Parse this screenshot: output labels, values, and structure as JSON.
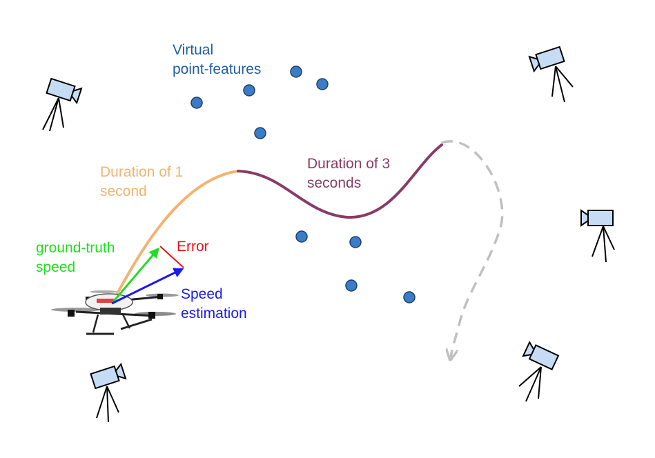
{
  "labels": {
    "virtual_features": [
      "Virtual",
      "point-features"
    ],
    "duration_1": [
      "Duration of 1",
      "second"
    ],
    "duration_3": [
      "Duration of 3",
      "seconds"
    ],
    "ground_truth": [
      "ground-truth",
      "speed"
    ],
    "error": "Error",
    "speed_estimation": [
      "Speed",
      "estimation"
    ]
  },
  "colors": {
    "feature_text": "#1f5fa0",
    "feature_dot": "#3b7cc4",
    "duration_1": "#f5b36e",
    "duration_3": "#8a3a66",
    "ground_truth": "#22dd22",
    "error": "#ee1111",
    "speed_estimation": "#1a1aee",
    "future_path": "#c0c0c0",
    "camera_fill": "#c6dcf5"
  },
  "icons": {
    "camera": "mocap-camera-icon",
    "drone": "hexacopter-drone-icon"
  }
}
